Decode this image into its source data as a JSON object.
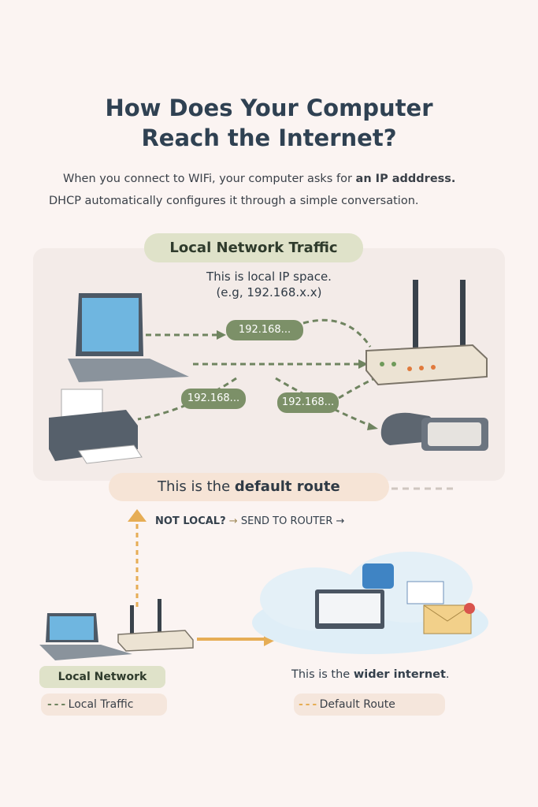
{
  "title_line1": "How Does Your Computer",
  "title_line2": "Reach the Internet?",
  "intro": {
    "line1_plain": "When you connect to WIFi, your computer asks for ",
    "line1_bold": "an IP adddress.",
    "line2": "DHCP automatically configures it through a simple conversation."
  },
  "local_panel": {
    "title": "Local Network Traffic",
    "note_line1": "This is local IP space.",
    "note_line2": "(e.g, 192.168.x.x)",
    "ip_labels": [
      "192.168...",
      "192.168...",
      "192.168..."
    ]
  },
  "default_route": {
    "plain": "This is the ",
    "bold": "default route"
  },
  "rule": {
    "bold": "NOT LOCAL?",
    "arrow": "→",
    "rest": "SEND TO ROUTER →"
  },
  "bottom": {
    "local_network": "Local Network",
    "internet_plain": "This is the ",
    "internet_bold": "wider internet",
    "internet_end": "."
  },
  "legend": [
    {
      "label": "Local Traffic",
      "color": "#6f8460"
    },
    {
      "label": "Default Route",
      "color": "#e6ad55"
    }
  ],
  "colors": {
    "green": "#7c9068",
    "orange": "#e6ad55",
    "title": "#2f4152"
  }
}
